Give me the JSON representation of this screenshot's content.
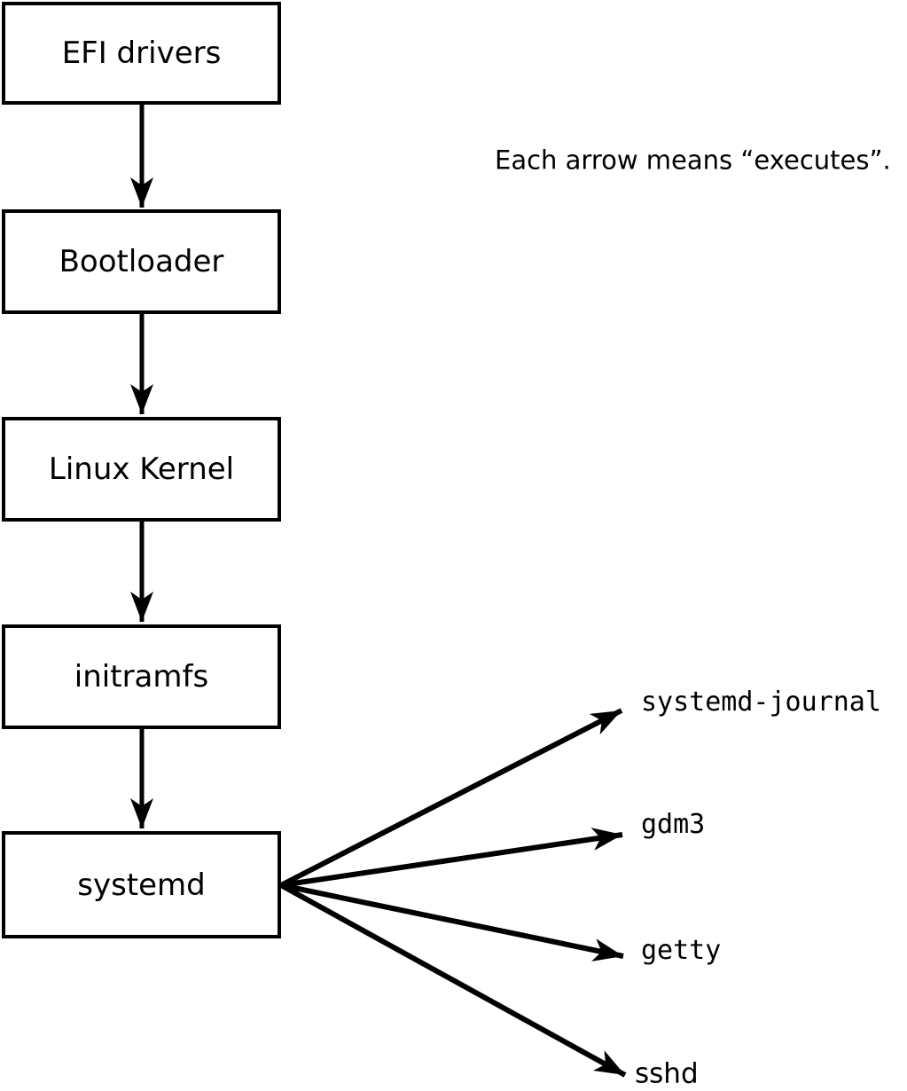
{
  "diagram": {
    "annotation": "Each arrow means “executes”.",
    "boot_chain": [
      {
        "label": "EFI drivers"
      },
      {
        "label": "Bootloader"
      },
      {
        "label": "Linux Kernel"
      },
      {
        "label": "initramfs"
      },
      {
        "label": "systemd"
      }
    ],
    "spawned_processes": [
      {
        "label": "systemd-journal"
      },
      {
        "label": "gdm3"
      },
      {
        "label": "getty"
      },
      {
        "label": "sshd"
      }
    ],
    "colors": {
      "line": "#000000",
      "box_fill": "#ffffff",
      "text": "#000000",
      "background": "#ffffff"
    }
  }
}
